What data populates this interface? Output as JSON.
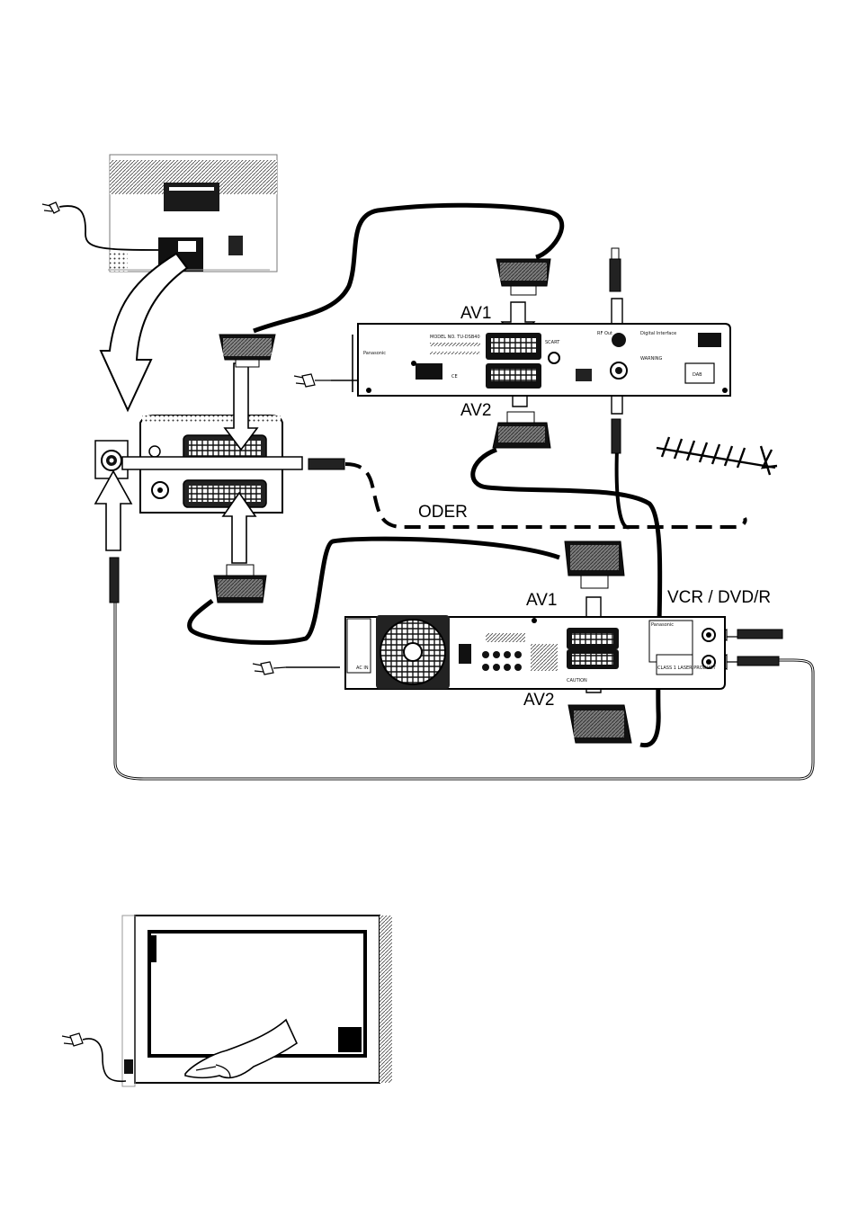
{
  "labels": {
    "receiver_av1": "AV1",
    "receiver_av2": "AV2",
    "or": "ODER",
    "recorder_av1": "AV1",
    "recorder_av2": "AV2",
    "recorder_type": "VCR / DVD/R"
  },
  "receiver_panel": {
    "brand": "Panasonic",
    "model": "MODEL NO. TU-DSB40",
    "id": "ID No. BT5618006",
    "scart": "SCART",
    "rf_out": "RF Out",
    "digital_interface": "Digital Interface",
    "warning": "WARNING",
    "dab": "DAB",
    "ce": "CE"
  },
  "recorder_panel": {
    "brand": "Panasonic",
    "ac_in": "AC IN",
    "caution": "CAUTION",
    "laser_product": "CLASS 1 LASER PRODUCT"
  },
  "icons": [
    "power-plug-icon",
    "antenna-icon",
    "hand-icon",
    "arrow-icon"
  ]
}
